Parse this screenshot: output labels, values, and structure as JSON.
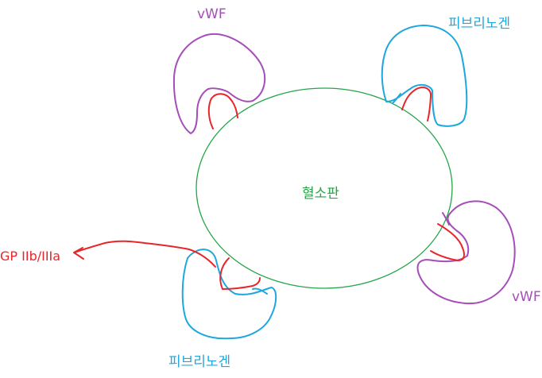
{
  "labels": {
    "platelet": "혈소판",
    "vwf_top": "vWF",
    "vwf_right": "vWF",
    "fibrinogen_top": "피브리노겐",
    "fibrinogen_bottom": "피브리노겐",
    "gp_receptor": "GP IIb/IIIa"
  },
  "colors": {
    "platelet": "#23a547",
    "vwf": "#a54db8",
    "fibrinogen": "#1ea7df",
    "receptor": "#e8262a"
  }
}
